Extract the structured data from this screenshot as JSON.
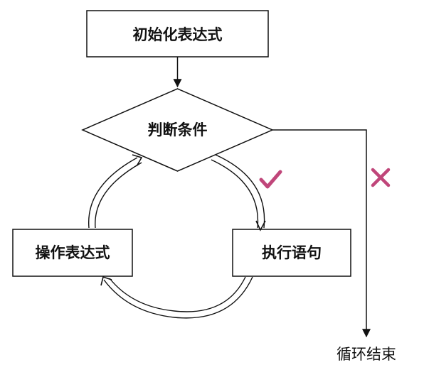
{
  "nodes": {
    "init": "初始化表达式",
    "condition": "判断条件",
    "statement": "执行语句",
    "update": "操作表达式",
    "end": "循环结束"
  },
  "marks": {
    "true_mark": "check-icon",
    "false_mark": "cross-icon"
  },
  "colors": {
    "stroke": "#111111",
    "mark": "#c0467a"
  }
}
